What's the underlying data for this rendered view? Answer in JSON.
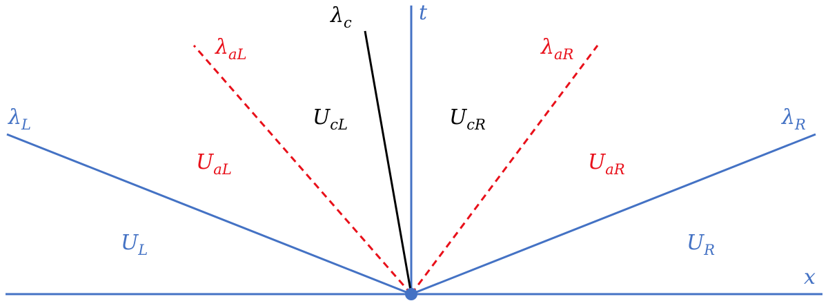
{
  "axes": {
    "x_label": "x",
    "t_label": "t"
  },
  "waves": {
    "left": {
      "symbol": "λ",
      "sub": "L"
    },
    "aL": {
      "symbol": "λ",
      "sub": "aL"
    },
    "c": {
      "symbol": "λ",
      "sub": "c"
    },
    "aR": {
      "symbol": "λ",
      "sub": "aR"
    },
    "right": {
      "symbol": "λ",
      "sub": "R"
    }
  },
  "states": {
    "UL": {
      "symbol": "U",
      "sub": "L"
    },
    "UaL": {
      "symbol": "U",
      "sub": "aL"
    },
    "UcL": {
      "symbol": "U",
      "sub": "cL"
    },
    "UcR": {
      "symbol": "U",
      "sub": "cR"
    },
    "UaR": {
      "symbol": "U",
      "sub": "aR"
    },
    "UR": {
      "symbol": "U",
      "sub": "R"
    }
  },
  "colors": {
    "axis": "#4472C4",
    "outer_waves": "#4472C4",
    "dashed_waves": "#E8101A",
    "contact": "#000000"
  }
}
